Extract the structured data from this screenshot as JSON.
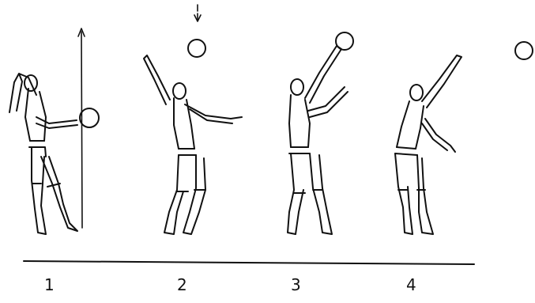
{
  "steps": [
    {
      "label": "1"
    },
    {
      "label": "2"
    },
    {
      "label": "3"
    },
    {
      "label": "4"
    }
  ],
  "colors": {
    "ink": "#111111",
    "background": "#ffffff"
  }
}
